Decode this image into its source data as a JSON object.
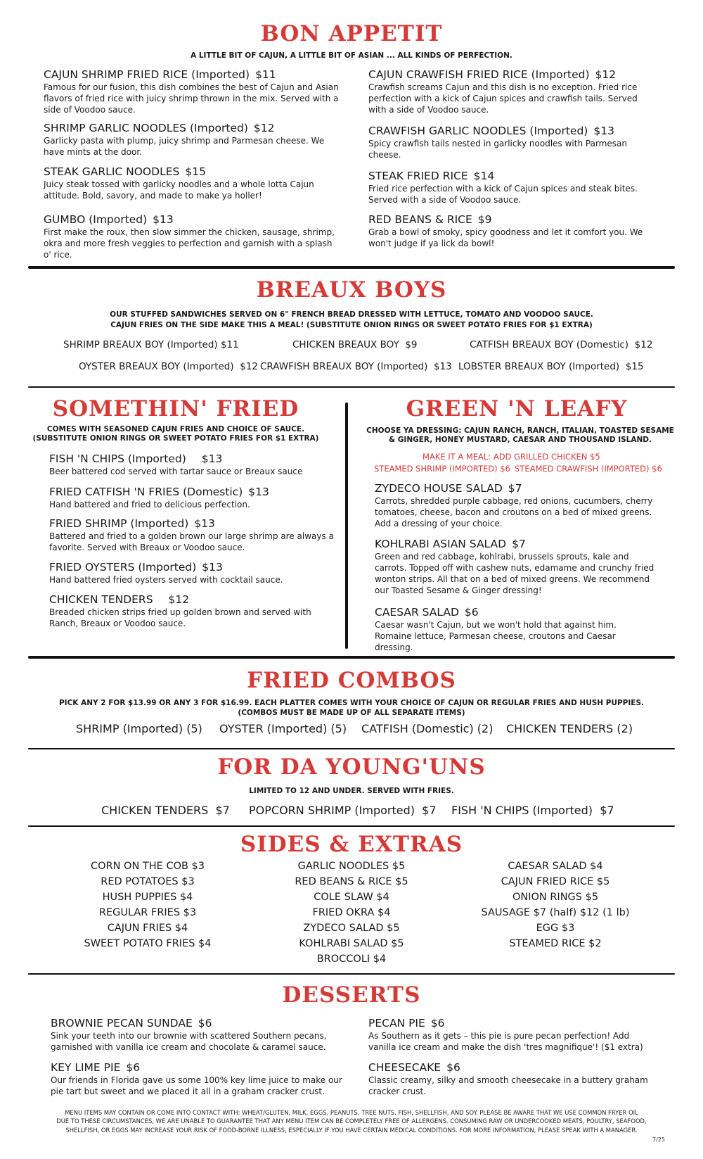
{
  "bon_appetit": {
    "title": "BON APPETIT",
    "tagline": "A LITTLE BIT OF CAJUN, A LITTLE BIT OF ASIAN ... ALL KINDS OF PERFECTION.",
    "left": [
      {
        "name": "CAJUN SHRIMP FRIED RICE (Imported)",
        "price": "$11",
        "desc": "Famous for our fusion, this dish combines the best of Cajun and Asian flavors of fried rice with juicy shrimp thrown in the mix. Served with a side of Voodoo sauce."
      },
      {
        "name": "SHRIMP GARLIC NOODLES (Imported)",
        "price": "$12",
        "desc": "Garlicky pasta with plump, juicy shrimp and Parmesan cheese. We have mints at the door."
      },
      {
        "name": "STEAK GARLIC NOODLES",
        "price": "$15",
        "desc": "Juicy steak tossed with garlicky noodles and a whole lotta Cajun attitude. Bold, savory, and made to make ya holler!"
      },
      {
        "name": "GUMBO (Imported)",
        "price": "$13",
        "desc": "First make the roux, then slow simmer the chicken, sausage, shrimp, okra and more fresh veggies to perfection and garnish with a splash o' rice."
      }
    ],
    "right": [
      {
        "name": "CAJUN CRAWFISH FRIED RICE (Imported)",
        "price": "$12",
        "desc": "Crawfish screams Cajun and this dish is no exception. Fried rice perfection with a kick of Cajun spices and crawfish tails. Served with a side of Voodoo sauce."
      },
      {
        "name": "CRAWFISH GARLIC NOODLES (Imported)",
        "price": "$13",
        "desc": "Spicy crawfish tails nested in garlicky noodles with Parmesan cheese."
      },
      {
        "name": "STEAK FRIED RICE",
        "price": "$14",
        "desc": "Fried rice perfection with a kick of Cajun spices and steak bites. Served with a side of Voodoo sauce."
      },
      {
        "name": "RED BEANS & RICE",
        "price": "$9",
        "desc": "Grab a bowl of smoky, spicy goodness and let it comfort you. We won't judge if ya lick da bowl!"
      }
    ]
  },
  "breaux_boys": {
    "title": "BREAUX BOYS",
    "tagline_1": "OUR STUFFED SANDWICHES SERVED ON 6\" FRENCH BREAD DRESSED WITH LETTUCE, TOMATO AND VOODOO SAUCE.",
    "tagline_2": "CAJUN FRIES ON THE SIDE MAKE THIS A MEAL!  (SUBSTITUTE ONION RINGS OR SWEET POTATO FRIES FOR $1 EXTRA)",
    "row1": [
      {
        "name": "SHRIMP BREAUX BOY (Imported)",
        "price": "$11"
      },
      {
        "name": "CHICKEN BREAUX BOY",
        "price": "$9"
      },
      {
        "name": "CATFISH BREAUX BOY (Domestic)",
        "price": "$12"
      }
    ],
    "row2": [
      {
        "name": "OYSTER BREAUX BOY (Imported)",
        "price": "$12"
      },
      {
        "name": "CRAWFISH BREAUX BOY (Imported)",
        "price": "$13"
      },
      {
        "name": "LOBSTER BREAUX BOY (Imported)",
        "price": "$15"
      }
    ]
  },
  "somethin_fried": {
    "title": "SOMETHIN' FRIED",
    "tagline_1": "COMES WITH SEASONED CAJUN FRIES AND CHOICE OF SAUCE.",
    "tagline_2": "(SUBSTITUTE ONION RINGS OR SWEET POTATO FRIES FOR $1 EXTRA)",
    "items": [
      {
        "name": "FISH 'N CHIPS (Imported)",
        "price": "$13",
        "desc": "Beer battered cod served with tartar sauce or Breaux sauce"
      },
      {
        "name": "FRIED CATFISH 'N FRIES (Domestic)",
        "price": "$13",
        "desc": "Hand battered and fried to delicious perfection."
      },
      {
        "name": "FRIED SHRIMP (Imported)",
        "price": "$13",
        "desc": "Battered and fried to a golden brown our large shrimp are always a favorite. Served with Breaux or Voodoo sauce."
      },
      {
        "name": "FRIED OYSTERS (Imported)",
        "price": "$13",
        "desc": "Hand battered fried oysters served with cocktail sauce."
      },
      {
        "name": "CHICKEN TENDERS",
        "price": "$12",
        "desc": "Breaded chicken strips fried up golden brown and served with Ranch, Breaux or Voodoo sauce."
      }
    ]
  },
  "green_n_leafy": {
    "title": "GREEN 'N LEAFY",
    "tagline_1": "CHOOSE YA DRESSING: CAJUN RANCH, RANCH, ITALIAN, TOASTED SESAME",
    "tagline_2": "& GINGER, HONEY MUSTARD, CAESAR AND THOUSAND ISLAND.",
    "meal_1": "MAKE IT A MEAL:  ADD GRILLED CHICKEN $5",
    "meal_2a": "STEAMED SHRIMP (Imported) $6",
    "meal_2b": "STEAMED CRAWFISH (Imported) $6",
    "items": [
      {
        "name": "ZYDECO HOUSE SALAD",
        "price": "$7",
        "desc": "Carrots, shredded purple cabbage, red onions, cucumbers, cherry tomatoes, cheese, bacon and croutons on a bed of mixed greens. Add a dressing of your choice."
      },
      {
        "name": "KOHLRABI ASIAN SALAD",
        "price": "$7",
        "desc": "Green and red cabbage, kohlrabi, brussels sprouts, kale and carrots. Topped off with cashew nuts, edamame and crunchy fried wonton strips. All that on a bed of mixed greens. We recommend our Toasted Sesame & Ginger dressing!"
      },
      {
        "name": "CAESAR SALAD",
        "price": "$6",
        "desc": "Caesar wasn't Cajun, but we won't hold that against him. Romaine lettuce, Parmesan cheese, croutons and Caesar dressing."
      }
    ]
  },
  "fried_combos": {
    "title": "FRIED COMBOS",
    "tagline_1": "PICK ANY 2 FOR $13.99 OR ANY 3 FOR $16.99. EACH PLATTER COMES WITH YOUR CHOICE OF CAJUN OR REGULAR FRIES AND HUSH PUPPIES.",
    "tagline_2": "(COMBOS MUST BE MADE UP OF ALL SEPARATE ITEMS)",
    "items": [
      "SHRIMP (Imported) (5)",
      "OYSTER (Imported) (5)",
      "CATFISH (Domestic) (2)",
      "CHICKEN TENDERS (2)"
    ]
  },
  "young_uns": {
    "title": "FOR DA YOUNG'UNS",
    "tagline": "LIMITED TO 12 AND UNDER. SERVED WITH FRIES.",
    "items": [
      {
        "name": "CHICKEN TENDERS",
        "price": "$7"
      },
      {
        "name": "POPCORN SHRIMP (Imported)",
        "price": "$7"
      },
      {
        "name": "FISH 'N CHIPS (Imported)",
        "price": "$7"
      }
    ]
  },
  "sides": {
    "title": "SIDES & EXTRAS",
    "col1": [
      "CORN ON THE COB  $3",
      "RED POTATOES  $3",
      "HUSH PUPPIES  $4",
      "REGULAR FRIES  $3",
      "CAJUN FRIES  $4",
      "SWEET POTATO FRIES  $4"
    ],
    "col2": [
      "GARLIC NOODLES  $5",
      "RED BEANS & RICE  $5",
      "COLE SLAW  $4",
      "FRIED OKRA  $4",
      "ZYDECO SALAD  $5",
      "KOHLRABI SALAD  $5",
      "BROCCOLI  $4"
    ],
    "col3": [
      "CAESAR SALAD  $4",
      "CAJUN FRIED RICE  $5",
      "ONION RINGS  $5",
      "SAUSAGE  $7 (half)  $12 (1 lb)",
      "EGG  $3",
      "STEAMED RICE  $2"
    ]
  },
  "desserts": {
    "title": "DESSERTS",
    "left": [
      {
        "name": "BROWNIE PECAN SUNDAE",
        "price": "$6",
        "desc": "Sink your teeth into our brownie with scattered Southern pecans, garnished with vanilla ice cream and chocolate & caramel sauce."
      },
      {
        "name": "KEY LIME PIE",
        "price": "$6",
        "desc": "Our friends in Florida gave us some 100% key lime juice to make our pie tart but sweet and we placed it all in a graham cracker crust."
      }
    ],
    "right": [
      {
        "name": "PECAN PIE",
        "price": "$6",
        "desc": "As Southern as it gets – this pie is pure pecan perfection! Add vanilla ice cream and make the dish 'tres magnifique'! ($1 extra)"
      },
      {
        "name": "CHEESECAKE",
        "price": "$6",
        "desc": "Classic creamy, silky and smooth cheesecake in a buttery graham cracker crust."
      }
    ]
  },
  "disclaimer": {
    "line_1": "MENU ITEMS MAY CONTAIN OR COME INTO CONTACT WITH: WHEAT/GLUTEN, MILK, EGGS, PEANUTS, TREE NUTS, FISH, SHELLFISH, AND SOY. PLEASE BE AWARE THAT WE USE COMMON FRYER OIL",
    "line_2": "DUE TO THESE CIRCUMSTANCES, WE ARE UNABLE TO GUARANTEE THAT ANY MENU ITEM CAN BE COMPLETELY FREE OF ALLERGENS.  CONSUMING RAW OR UNDERCOOKED MEATS, POULTRY, SEAFOOD,",
    "line_3": "SHELLFISH, OR EGGS MAY INCREASE YOUR RISK OF FOOD-BORNE ILLNESS, ESPECIALLY IF YOU HAVE CERTAIN MEDICAL CONDITIONS. FOR MORE INFORMATION, PLEASE SPEAK WITH A MANAGER.",
    "version": "7/25"
  }
}
